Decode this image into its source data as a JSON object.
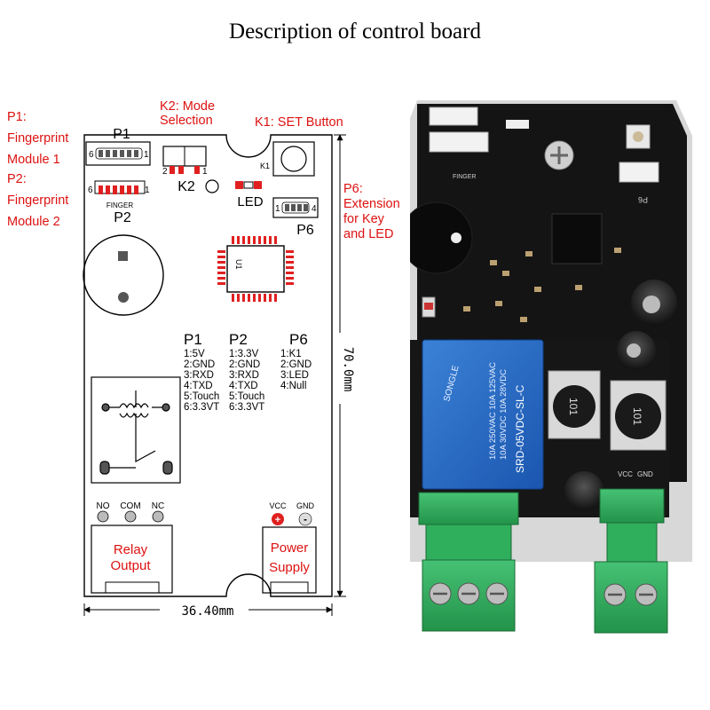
{
  "title": "Description of control board",
  "callouts": {
    "p1": [
      "P1:",
      "Fingerprint",
      "Module 1"
    ],
    "p2": [
      "P2:",
      "Fingerprint",
      "Module 2"
    ],
    "k2": [
      "K2: Mode",
      "Selection"
    ],
    "k1": "K1: SET Button",
    "p6": [
      "P6:",
      "Extension",
      "for Key",
      "and LED"
    ]
  },
  "board": {
    "p1_label": "P1",
    "p2_label": "P2",
    "k2_label": "K2",
    "k1_label": "K1",
    "led_label": "LED",
    "p6_label": "P6",
    "finger_label": "FINGER",
    "u1_label": "U1",
    "p1_pin_left": "6",
    "p1_pin_right": "1",
    "p2_pin_left": "6",
    "p2_pin_right": "1",
    "k2_pin_left": "2",
    "k2_pin_right": "1",
    "p6_pin_left": "1",
    "p6_pin_right": "4",
    "relay_terminals": [
      "NO",
      "COM",
      "NC"
    ],
    "power_terminals": [
      "VCC",
      "GND"
    ],
    "relay_block": [
      "Relay",
      "Output"
    ],
    "power_block": [
      "Power",
      "Supply"
    ],
    "plus": "+",
    "minus": "-",
    "dim_height": "70.0mm",
    "dim_width": "36.40mm"
  },
  "pinout": {
    "p1": {
      "header": "P1",
      "pins": [
        "1:5V",
        "2:GND",
        "3:RXD",
        "4:TXD",
        "5:Touch",
        "6:3.3VT"
      ]
    },
    "p2": {
      "header": "P2",
      "pins": [
        "1:3.3V",
        "2:GND",
        "3:RXD",
        "4:TXD",
        "5:Touch",
        "6:3.3VT"
      ]
    },
    "p6": {
      "header": "P6",
      "pins": [
        "1:K1",
        "2:GND",
        "3:LED",
        "4:Null"
      ]
    }
  },
  "photo": {
    "silkscreen_finger": "FINGER",
    "relay_brand": "SONGLE",
    "relay_rating": [
      "10A 250VAC 10A 125VAC",
      "10A 30VDC 10A 28VDC"
    ],
    "relay_model": "SRD-05VDC-SL-C",
    "inductor_1": "101",
    "inductor_2": "101",
    "vcc": "VCC",
    "gnd": "GND",
    "p6_silk": "P6"
  },
  "colors": {
    "callout_red": "#d11111",
    "pcb_black": "#141414",
    "relay_blue": "#1f64c8",
    "terminal_green": "#2fae5c",
    "pad_red": "#e02020"
  }
}
